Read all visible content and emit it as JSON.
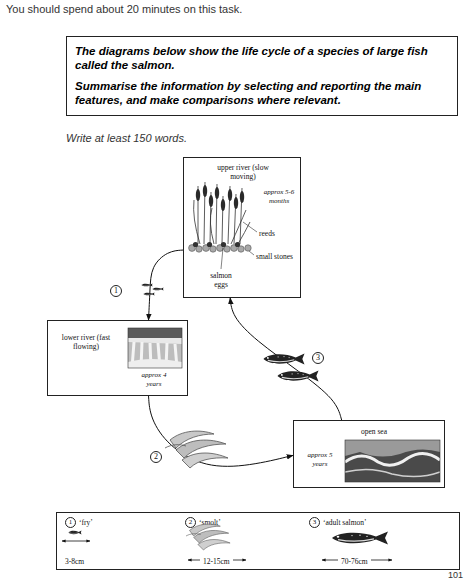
{
  "diagram": {
    "nodes": [
      {
        "text": [
          "The diagrams below show the life cycle of a species of large fish called the salmon.",
          "Summarise the information by selecting and reporting the main features, and make comparisons where relevant."
        ]
      },
      {
        "text": [
          "upper river (slow moving)",
          "approx 5-6 months",
          "reeds",
          "small stones",
          "salmon eggs"
        ]
      },
      {
        "text": [
          "lower river (fast flowing)",
          "approx 4 years"
        ]
      },
      {
        "text": [
          "open sea",
          "approx 5 years"
        ]
      },
      {
        "text": [
          "1",
          "‘fry’",
          "3-8cm",
          "2",
          "‘smolt’",
          "12-15cm",
          "3",
          "‘adult salmon’",
          "70-76cm"
        ]
      }
    ],
    "edges": [
      {
        "from": 1,
        "to": 2,
        "label": "1",
        "arrow": "to"
      },
      {
        "from": 2,
        "to": 3,
        "label": "2",
        "arrow": "to"
      },
      {
        "from": 3,
        "to": 1,
        "label": "3",
        "arrow": "to"
      }
    ],
    "labels": [
      "You should spend about 20 minutes on this task.",
      "Write at least 150 words.",
      "101"
    ]
  }
}
